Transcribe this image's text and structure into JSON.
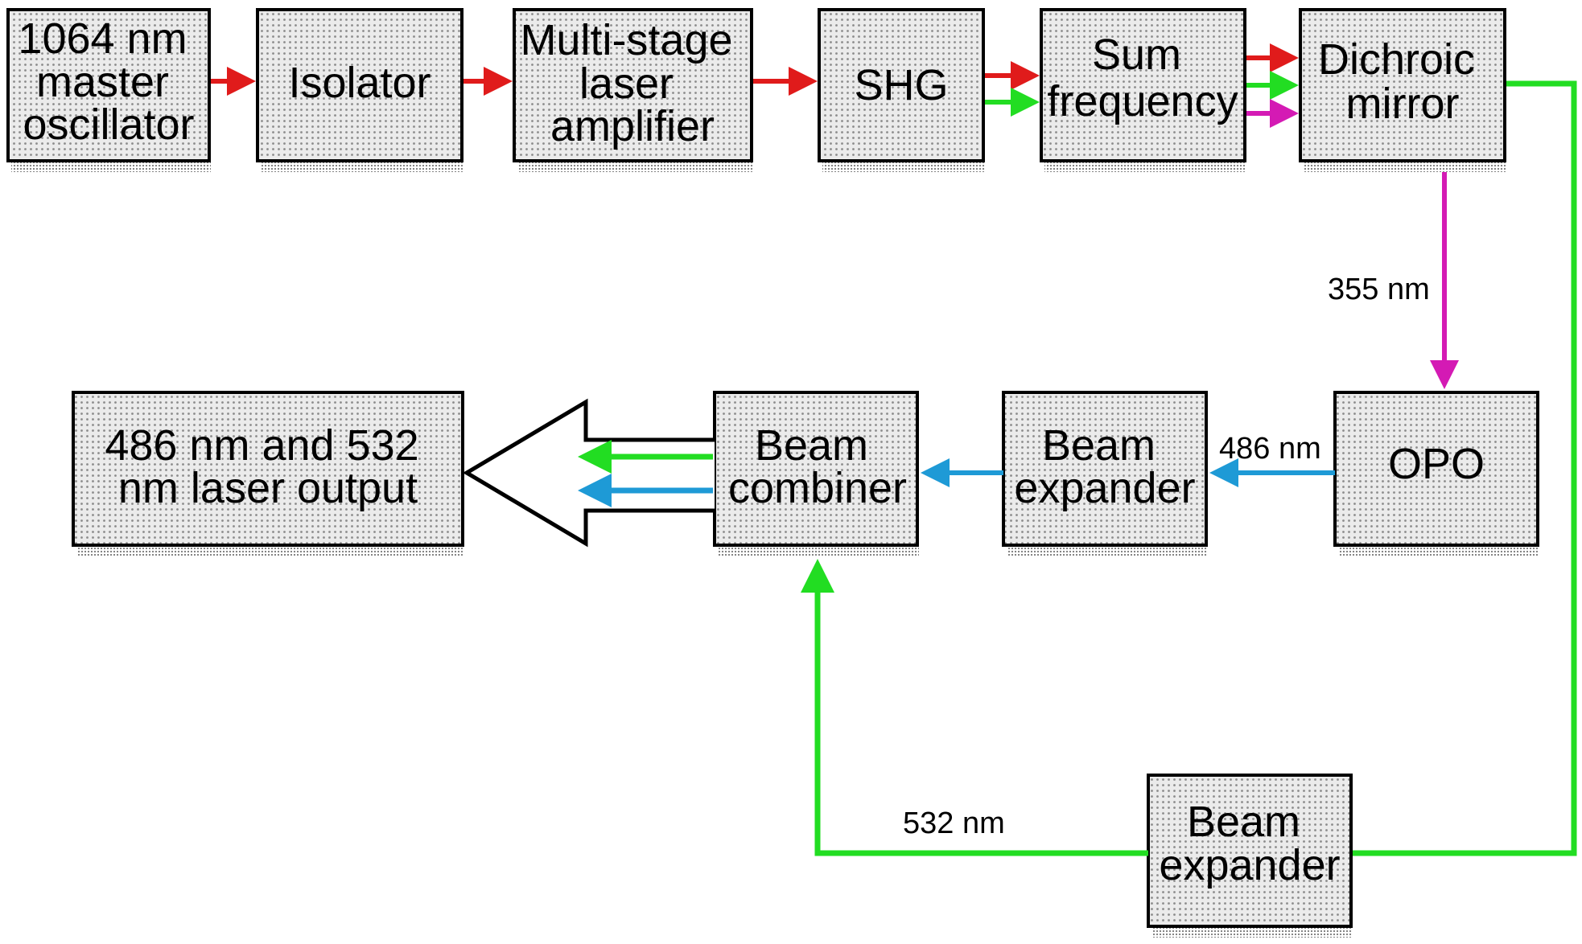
{
  "boxes": {
    "master_oscillator": [
      "1064 nm",
      "master",
      "oscillator"
    ],
    "isolator": [
      "Isolator"
    ],
    "amplifier": [
      "Multi-stage",
      "laser",
      "amplifier"
    ],
    "shg": [
      "SHG"
    ],
    "sum_frequency": [
      "Sum",
      "frequency"
    ],
    "dichroic_mirror": [
      "Dichroic",
      "mirror"
    ],
    "opo": [
      "OPO"
    ],
    "beam_expander_1": [
      "Beam",
      "expander"
    ],
    "beam_combiner": [
      "Beam",
      "combiner"
    ],
    "output": [
      "486 nm and 532",
      "nm laser output"
    ],
    "beam_expander_2": [
      "Beam",
      "expander"
    ]
  },
  "labels": {
    "uv": "355 nm",
    "blue": "486 nm",
    "green": "532 nm"
  },
  "colors": {
    "ir": "#e01b1b",
    "green": "#22dd22",
    "uv": "#d41ab4",
    "blue": "#1e9ad6",
    "box_outline": "#000000",
    "box_fill": "#e6e6e6"
  }
}
